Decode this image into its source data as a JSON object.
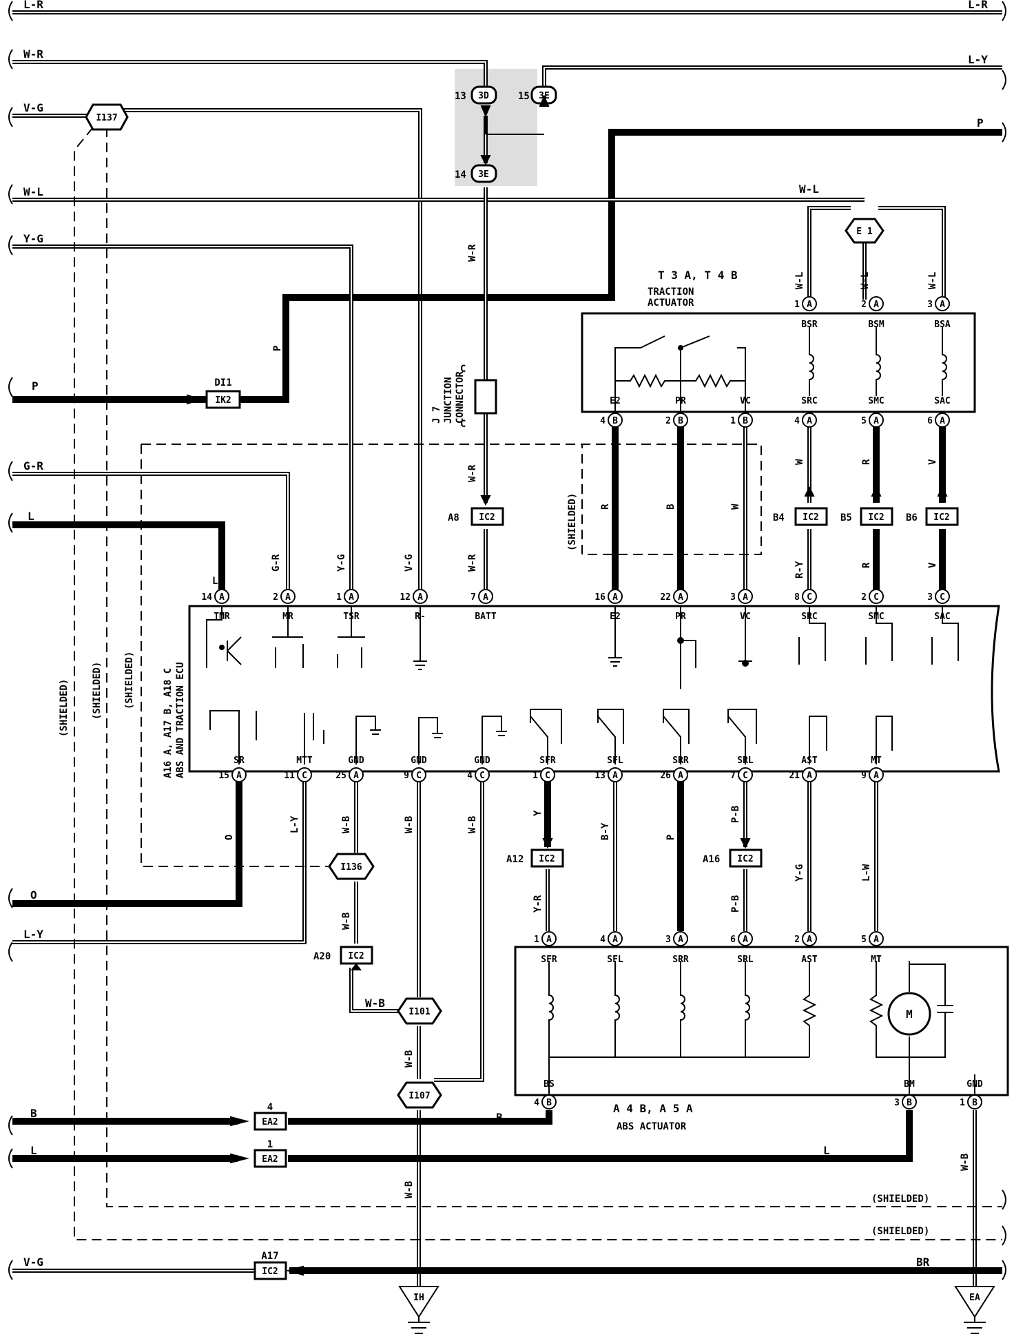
{
  "wires": {
    "left_lr": "L-R",
    "right_lr": "L-R",
    "wr": "W-R",
    "ly_top": "L-Y",
    "vg_top": "V-G",
    "p_right": "P",
    "wl": "W-L",
    "wl_e1": "W-L",
    "yg": "Y-G",
    "p_left": "P",
    "p_mid": "P",
    "gr": "G-R",
    "l_left": "L",
    "o": "O",
    "ly_left": "L-Y",
    "b_left": "B",
    "l_bottom": "L",
    "vg_bottom": "V-G",
    "br": "BR",
    "wr_vert1": "W-R",
    "wr_vert2": "W-R",
    "wr_vert3": "W-R",
    "c1": "C",
    "c2": "C",
    "gr_vert": "G-R",
    "l_vert": "L",
    "yg_vert": "Y-G",
    "vg_vert": "V-G",
    "wl1": "W-L",
    "wl2": "W-L",
    "wl3": "W-L",
    "r_e2": "R",
    "b_pr": "B",
    "w_vc": "W",
    "w_src": "W",
    "r_smc": "R",
    "v_sac": "V",
    "ry": "R-Y",
    "r2": "R",
    "v2": "V",
    "o_vert": "O",
    "ly_vert": "L-Y",
    "wb1": "W-B",
    "wb2": "W-B",
    "wb3": "W-B",
    "y": "Y",
    "by": "B-Y",
    "p_srr": "P",
    "pb": "P-B",
    "yg2": "Y-G",
    "lw": "L-W",
    "yr": "Y-R",
    "pb2": "P-B",
    "wb_i136": "W-B",
    "wb_h": "W-B",
    "wb_i101": "W-B",
    "wb_ground": "W-B",
    "wb_ea": "W-B",
    "b_bs": "B",
    "l_bm": "L"
  },
  "connectors": {
    "i137": "I137",
    "e1": "E 1",
    "di1": "DI1",
    "ik2": "IK2",
    "i136": "I136",
    "i101": "I101",
    "i107": "I107",
    "ih": "IH",
    "ea": "EA",
    "ea2_4": "EA2",
    "ea2_1": "EA2",
    "ea2_4_num": "4",
    "ea2_1_num": "1",
    "ic2_a8": "IC2",
    "a8": "A8",
    "ic2_b4": "IC2",
    "b4": "B4",
    "ic2_b5": "IC2",
    "b5": "B5",
    "ic2_b6": "IC2",
    "b6": "B6",
    "ic2_a12": "IC2",
    "a12": "A12",
    "ic2_a16": "IC2",
    "a16": "A16",
    "ic2_a20": "IC2",
    "a20": "A20",
    "ic2_a17": "IC2",
    "a17": "A17",
    "jc_3d": "3D",
    "jc_3e_top": "3E",
    "jc_3e_bot": "3E",
    "jc_13": "13",
    "jc_15": "15",
    "jc_14": "14"
  },
  "components": {
    "traction_actuator_ref": "T 3 A, T 4 B",
    "traction_actuator_name1": "TRACTION",
    "traction_actuator_name2": "ACTUATOR",
    "junction_ref": "J 7",
    "junction_name1": "JUNCTION",
    "junction_name2": "CONNECTOR",
    "ecu_ref": "A16 A, A17 B, A18 C",
    "ecu_name": "ABS AND TRACTION ECU",
    "abs_ref": "A 4 B, A 5 A",
    "abs_name": "ABS ACTUATOR"
  },
  "traction_pins": {
    "top": [
      {
        "num": "1",
        "letter": "A",
        "label": "BSR"
      },
      {
        "num": "2",
        "letter": "A",
        "label": "BSM"
      },
      {
        "num": "3",
        "letter": "A",
        "label": "BSA"
      }
    ],
    "bottom": [
      {
        "num": "4",
        "letter": "B",
        "label": "E2"
      },
      {
        "num": "2",
        "letter": "B",
        "label": "PR"
      },
      {
        "num": "1",
        "letter": "B",
        "label": "VC"
      },
      {
        "num": "4",
        "letter": "A",
        "label": "SRC"
      },
      {
        "num": "5",
        "letter": "A",
        "label": "SMC"
      },
      {
        "num": "6",
        "letter": "A",
        "label": "SAC"
      }
    ]
  },
  "ecu_top_pins": [
    {
      "num": "14",
      "letter": "A",
      "label": "TMR"
    },
    {
      "num": "2",
      "letter": "A",
      "label": "MR"
    },
    {
      "num": "1",
      "letter": "A",
      "label": "TSR"
    },
    {
      "num": "12",
      "letter": "A",
      "label": "R-"
    },
    {
      "num": "7",
      "letter": "A",
      "label": "BATT"
    },
    {
      "num": "16",
      "letter": "A",
      "label": "E2"
    },
    {
      "num": "22",
      "letter": "A",
      "label": "PR"
    },
    {
      "num": "3",
      "letter": "A",
      "label": "VC"
    },
    {
      "num": "8",
      "letter": "C",
      "label": "SRC"
    },
    {
      "num": "2",
      "letter": "C",
      "label": "SMC"
    },
    {
      "num": "3",
      "letter": "C",
      "label": "SAC"
    }
  ],
  "ecu_bottom_pins": [
    {
      "num": "15",
      "letter": "A",
      "label": "SR"
    },
    {
      "num": "11",
      "letter": "C",
      "label": "MTT"
    },
    {
      "num": "25",
      "letter": "A",
      "label": "GND"
    },
    {
      "num": "9",
      "letter": "C",
      "label": "GND"
    },
    {
      "num": "4",
      "letter": "C",
      "label": "GND"
    },
    {
      "num": "1",
      "letter": "C",
      "label": "SFR"
    },
    {
      "num": "13",
      "letter": "A",
      "label": "SFL"
    },
    {
      "num": "26",
      "letter": "A",
      "label": "SRR"
    },
    {
      "num": "7",
      "letter": "C",
      "label": "SRL"
    },
    {
      "num": "21",
      "letter": "A",
      "label": "AST"
    },
    {
      "num": "9",
      "letter": "A",
      "label": "MT"
    }
  ],
  "abs_top_pins": [
    {
      "num": "1",
      "letter": "A",
      "label": "SFR"
    },
    {
      "num": "4",
      "letter": "A",
      "label": "SFL"
    },
    {
      "num": "3",
      "letter": "A",
      "label": "SRR"
    },
    {
      "num": "6",
      "letter": "A",
      "label": "SRL"
    },
    {
      "num": "2",
      "letter": "A",
      "label": "AST"
    },
    {
      "num": "5",
      "letter": "A",
      "label": "MT"
    }
  ],
  "abs_bottom_pins": [
    {
      "num": "4",
      "letter": "B",
      "label": "BS"
    },
    {
      "num": "3",
      "letter": "B",
      "label": "BM"
    },
    {
      "num": "1",
      "letter": "B",
      "label": "GND"
    }
  ],
  "shielded": {
    "s1": "(SHIELDED)",
    "s2": "(SHIELDED)",
    "s3": "(SHIELDED)",
    "s4": "(SHIELDED)",
    "s5": "(SHIELDED)",
    "s6": "(SHIELDED)"
  },
  "motor": "M"
}
